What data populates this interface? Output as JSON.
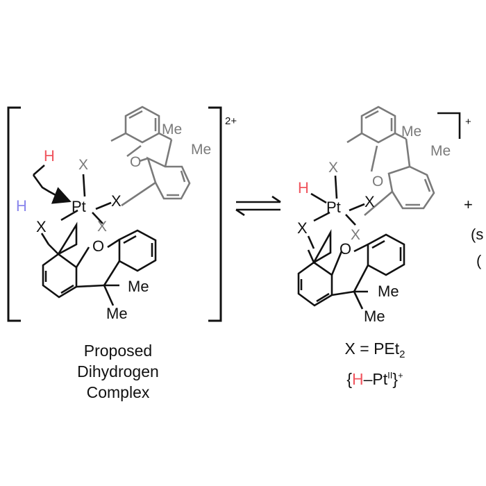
{
  "colors": {
    "ink": "#111111",
    "gray": "#7a7a7a",
    "h_red": "#f0555e",
    "h_blue": "#8a86ec"
  },
  "left_complex": {
    "charge": "2+",
    "metal": "Pt",
    "ligand_atom": "X",
    "bridge_atom": "O",
    "methyl": "Me",
    "h_top": "H",
    "h_bottom": "H",
    "caption_lines": [
      "Proposed",
      "Dihydrogen",
      "Complex"
    ]
  },
  "right_complex": {
    "charge": "+",
    "metal": "Pt",
    "ligand_atom": "X",
    "bridge_atom": "O",
    "methyl": "Me",
    "hydride": "H",
    "definition": {
      "prefix": "X = PEt",
      "subscript": "2"
    },
    "formula": {
      "open": "{",
      "h": "H",
      "dash_metal": "–Pt",
      "oxidation": "II",
      "close": "}",
      "charge": "+"
    }
  },
  "far_right": {
    "plus": "+",
    "fragment_1": "(s",
    "fragment_2": "("
  }
}
